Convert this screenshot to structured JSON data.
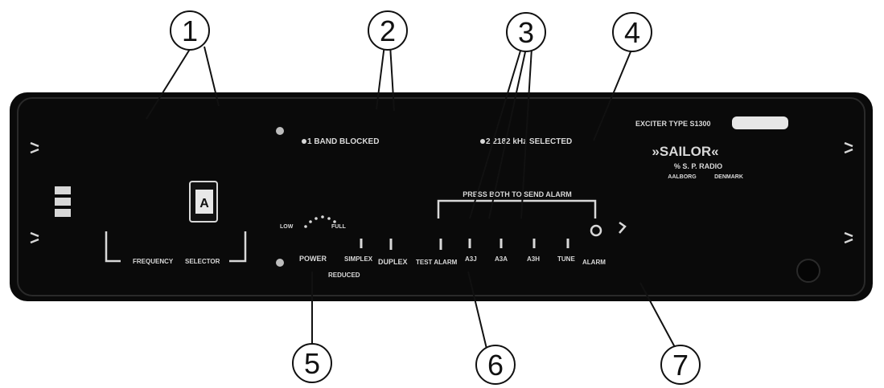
{
  "callouts": [
    "1",
    "2",
    "3",
    "4",
    "5",
    "6",
    "7"
  ],
  "panel": {
    "brand": "»SAILOR«",
    "maker_line1": "% S. P. RADIO",
    "maker_city": "AALBORG",
    "maker_country": "DENMARK",
    "exciter_label": "EXCITER TYPE S1300",
    "band_blocked": "1  BAND BLOCKED",
    "khz_selected": "2  2182 kHz SELECTED",
    "press_both": "PRESS BOTH TO SEND ALARM",
    "freq_selector_left": "FREQUENCY",
    "freq_selector_right": "SELECTOR",
    "selector_value": "A",
    "low": "LOW",
    "full": "FULL",
    "power": "POWER",
    "reduced": "REDUCED",
    "simplex": "SIMPLEX",
    "duplex": "DUPLEX",
    "test_alarm": "TEST ALARM",
    "a3j": "A3J",
    "a3a": "A3A",
    "a3h": "A3H",
    "tune": "TUNE",
    "alarm": "ALARM"
  },
  "colors": {
    "panel": "#0a0a0a",
    "print": "#d8d8d8",
    "ink": "#111111"
  }
}
